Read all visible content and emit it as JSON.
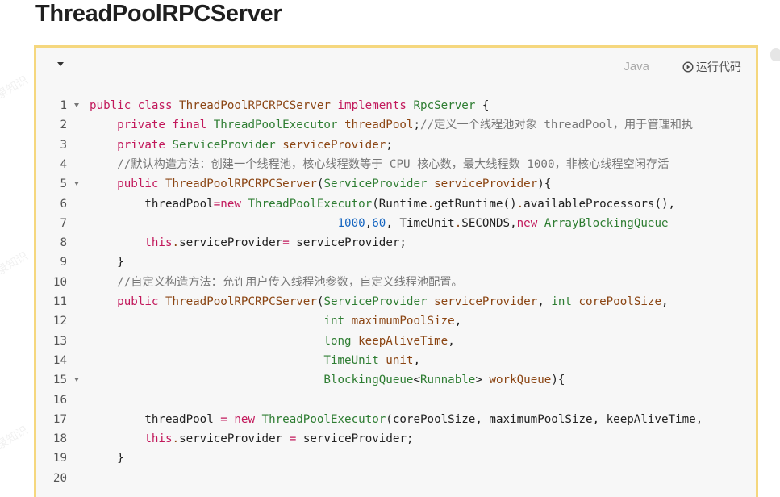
{
  "page": {
    "title": "ThreadPoolRPCServer"
  },
  "toolbar": {
    "language": "Java",
    "run_label": "运行代码"
  },
  "watermark": "录知识",
  "code": {
    "lines": [
      {
        "n": "1",
        "fold": true,
        "tokens": [
          [
            "kw",
            "public class "
          ],
          [
            "fn",
            "ThreadPoolRPCRPCServer "
          ],
          [
            "kw",
            "implements "
          ],
          [
            "ty",
            "RpcServer"
          ],
          [
            "pl",
            " {"
          ]
        ]
      },
      {
        "n": "2",
        "fold": false,
        "tokens": [
          [
            "pl",
            "    "
          ],
          [
            "kw",
            "private final "
          ],
          [
            "ty",
            "ThreadPoolExecutor "
          ],
          [
            "fn",
            "threadPool"
          ],
          [
            "pl",
            ";"
          ],
          [
            "cm",
            "//定义一个线程池对象 threadPool，用于管理和执"
          ]
        ]
      },
      {
        "n": "3",
        "fold": false,
        "tokens": [
          [
            "pl",
            "    "
          ],
          [
            "kw",
            "private "
          ],
          [
            "ty",
            "ServiceProvider "
          ],
          [
            "fn",
            "serviceProvider"
          ],
          [
            "pl",
            ";"
          ]
        ]
      },
      {
        "n": "4",
        "fold": false,
        "tokens": [
          [
            "pl",
            "    "
          ],
          [
            "cm",
            "//默认构造方法：创建一个线程池，核心线程数等于 CPU 核心数，最大线程数 1000，非核心线程空闲存活"
          ]
        ]
      },
      {
        "n": "5",
        "fold": true,
        "tokens": [
          [
            "pl",
            "    "
          ],
          [
            "kw",
            "public "
          ],
          [
            "fn",
            "ThreadPoolRPCRPCServer"
          ],
          [
            "pl",
            "("
          ],
          [
            "ty",
            "ServiceProvider "
          ],
          [
            "fn",
            "serviceProvider"
          ],
          [
            "pl",
            "){"
          ]
        ]
      },
      {
        "n": "6",
        "fold": false,
        "tokens": [
          [
            "pl",
            "        threadPool"
          ],
          [
            "kw",
            "=new "
          ],
          [
            "ty",
            "ThreadPoolExecutor"
          ],
          [
            "pl",
            "(Runtime"
          ],
          [
            "fn",
            "."
          ],
          [
            "pl",
            "getRuntime()"
          ],
          [
            "fn",
            "."
          ],
          [
            "pl",
            "availableProcessors(),"
          ]
        ]
      },
      {
        "n": "7",
        "fold": false,
        "tokens": [
          [
            "pl",
            "                                    "
          ],
          [
            "nm",
            "1000"
          ],
          [
            "pl",
            ","
          ],
          [
            "nm",
            "60"
          ],
          [
            "pl",
            ", TimeUnit"
          ],
          [
            "fn",
            "."
          ],
          [
            "pl",
            "SECONDS,"
          ],
          [
            "kw",
            "new "
          ],
          [
            "ty",
            "ArrayBlockingQueue"
          ]
        ]
      },
      {
        "n": "8",
        "fold": false,
        "tokens": [
          [
            "pl",
            "        "
          ],
          [
            "kw",
            "this"
          ],
          [
            "fn",
            "."
          ],
          [
            "pl",
            "serviceProvider"
          ],
          [
            "kw",
            "= "
          ],
          [
            "pl",
            "serviceProvider;"
          ]
        ]
      },
      {
        "n": "9",
        "fold": false,
        "tokens": [
          [
            "pl",
            "    }"
          ]
        ]
      },
      {
        "n": "10",
        "fold": false,
        "tokens": [
          [
            "pl",
            "    "
          ],
          [
            "cm",
            "//自定义构造方法：允许用户传入线程池参数，自定义线程池配置。"
          ]
        ]
      },
      {
        "n": "11",
        "fold": false,
        "tokens": [
          [
            "pl",
            "    "
          ],
          [
            "kw",
            "public "
          ],
          [
            "fn",
            "ThreadPoolRPCRPCServer"
          ],
          [
            "pl",
            "("
          ],
          [
            "ty",
            "ServiceProvider "
          ],
          [
            "fn",
            "serviceProvider"
          ],
          [
            "pl",
            ", "
          ],
          [
            "ty",
            "int "
          ],
          [
            "fn",
            "corePoolSize"
          ],
          [
            "pl",
            ","
          ]
        ]
      },
      {
        "n": "12",
        "fold": false,
        "tokens": [
          [
            "pl",
            "                                  "
          ],
          [
            "ty",
            "int "
          ],
          [
            "fn",
            "maximumPoolSize"
          ],
          [
            "pl",
            ","
          ]
        ]
      },
      {
        "n": "13",
        "fold": false,
        "tokens": [
          [
            "pl",
            "                                  "
          ],
          [
            "ty",
            "long "
          ],
          [
            "fn",
            "keepAliveTime"
          ],
          [
            "pl",
            ","
          ]
        ]
      },
      {
        "n": "14",
        "fold": false,
        "tokens": [
          [
            "pl",
            "                                  "
          ],
          [
            "ty",
            "TimeUnit "
          ],
          [
            "fn",
            "unit"
          ],
          [
            "pl",
            ","
          ]
        ]
      },
      {
        "n": "15",
        "fold": true,
        "tokens": [
          [
            "pl",
            "                                  "
          ],
          [
            "ty",
            "BlockingQueue"
          ],
          [
            "pl",
            "<"
          ],
          [
            "ty",
            "Runnable"
          ],
          [
            "pl",
            "> "
          ],
          [
            "fn",
            "workQueue"
          ],
          [
            "pl",
            "){"
          ]
        ]
      },
      {
        "n": "16",
        "fold": false,
        "tokens": [
          [
            "pl",
            ""
          ]
        ]
      },
      {
        "n": "17",
        "fold": false,
        "tokens": [
          [
            "pl",
            "        threadPool "
          ],
          [
            "kw",
            "= new "
          ],
          [
            "ty",
            "ThreadPoolExecutor"
          ],
          [
            "pl",
            "(corePoolSize, maximumPoolSize, keepAliveTime,"
          ]
        ]
      },
      {
        "n": "18",
        "fold": false,
        "tokens": [
          [
            "pl",
            "        "
          ],
          [
            "kw",
            "this"
          ],
          [
            "fn",
            "."
          ],
          [
            "pl",
            "serviceProvider "
          ],
          [
            "kw",
            "= "
          ],
          [
            "pl",
            "serviceProvider;"
          ]
        ]
      },
      {
        "n": "19",
        "fold": false,
        "tokens": [
          [
            "pl",
            "    }"
          ]
        ]
      },
      {
        "n": "20",
        "fold": false,
        "tokens": [
          [
            "pl",
            ""
          ]
        ]
      }
    ]
  }
}
